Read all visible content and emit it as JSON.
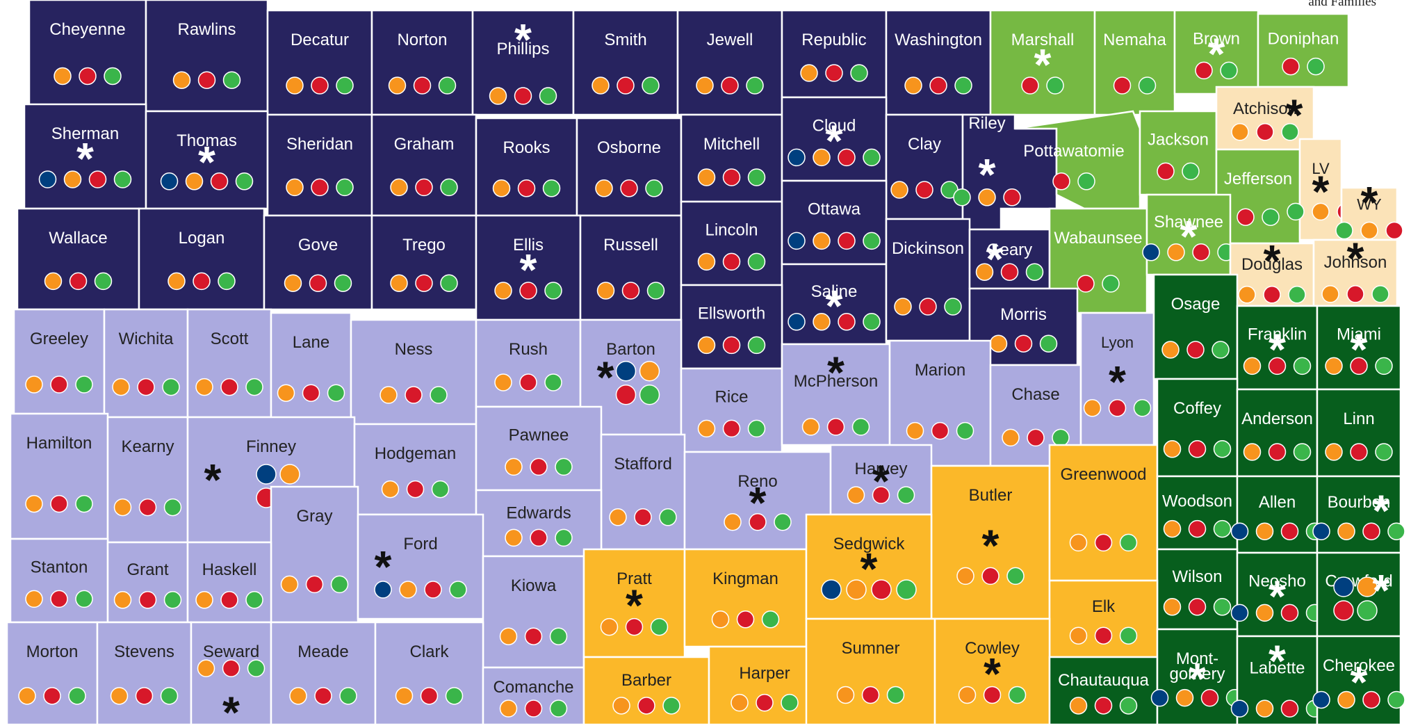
{
  "corner_note": "and Families",
  "legend_colors": {
    "blue": "#003f7f",
    "orange": "#f7941d",
    "red": "#d7182a",
    "green": "#3ab54a"
  },
  "region_colors": {
    "northwest": "#27235f",
    "southwest": "#abaadf",
    "northeast": "#76b943",
    "kc_metro": "#fbe3b8",
    "southeast": "#075e1d",
    "south_central": "#fbb829"
  },
  "counties": [
    {
      "name": "Cheyenne",
      "region": "northwest",
      "asterisk": false,
      "dots": [
        "orange",
        "red",
        "green"
      ]
    },
    {
      "name": "Rawlins",
      "region": "northwest",
      "asterisk": false,
      "dots": [
        "orange",
        "red",
        "green"
      ]
    },
    {
      "name": "Decatur",
      "region": "northwest",
      "asterisk": false,
      "dots": [
        "orange",
        "red",
        "green"
      ]
    },
    {
      "name": "Norton",
      "region": "northwest",
      "asterisk": false,
      "dots": [
        "orange",
        "red",
        "green"
      ]
    },
    {
      "name": "Phillips",
      "region": "northwest",
      "asterisk": true,
      "dots": [
        "orange",
        "red",
        "green"
      ]
    },
    {
      "name": "Smith",
      "region": "northwest",
      "asterisk": false,
      "dots": [
        "orange",
        "red",
        "green"
      ]
    },
    {
      "name": "Jewell",
      "region": "northwest",
      "asterisk": false,
      "dots": [
        "orange",
        "red",
        "green"
      ]
    },
    {
      "name": "Republic",
      "region": "northwest",
      "asterisk": false,
      "dots": [
        "orange",
        "red",
        "green"
      ]
    },
    {
      "name": "Washington",
      "region": "northwest",
      "asterisk": false,
      "dots": [
        "orange",
        "red",
        "green"
      ]
    },
    {
      "name": "Marshall",
      "region": "northeast",
      "asterisk": true,
      "dots": [
        "red",
        "green"
      ]
    },
    {
      "name": "Nemaha",
      "region": "northeast",
      "asterisk": false,
      "dots": [
        "red",
        "green"
      ]
    },
    {
      "name": "Brown",
      "region": "northeast",
      "asterisk": true,
      "dots": [
        "red",
        "green"
      ]
    },
    {
      "name": "Doniphan",
      "region": "northeast",
      "asterisk": false,
      "dots": [
        "red",
        "green"
      ]
    },
    {
      "name": "Sherman",
      "region": "northwest",
      "asterisk": true,
      "dots": [
        "blue",
        "orange",
        "red",
        "green"
      ]
    },
    {
      "name": "Thomas",
      "region": "northwest",
      "asterisk": true,
      "dots": [
        "blue",
        "orange",
        "red",
        "green"
      ]
    },
    {
      "name": "Sheridan",
      "region": "northwest",
      "asterisk": false,
      "dots": [
        "orange",
        "red",
        "green"
      ]
    },
    {
      "name": "Graham",
      "region": "northwest",
      "asterisk": false,
      "dots": [
        "orange",
        "red",
        "green"
      ]
    },
    {
      "name": "Rooks",
      "region": "northwest",
      "asterisk": false,
      "dots": [
        "orange",
        "red",
        "green"
      ]
    },
    {
      "name": "Osborne",
      "region": "northwest",
      "asterisk": false,
      "dots": [
        "orange",
        "red",
        "green"
      ]
    },
    {
      "name": "Mitchell",
      "region": "northwest",
      "asterisk": false,
      "dots": [
        "orange",
        "red",
        "green"
      ]
    },
    {
      "name": "Cloud",
      "region": "northwest",
      "asterisk": true,
      "dots": [
        "blue",
        "orange",
        "red",
        "green"
      ]
    },
    {
      "name": "Clay",
      "region": "northwest",
      "asterisk": false,
      "dots": [
        "orange",
        "red",
        "green"
      ]
    },
    {
      "name": "Riley",
      "region": "northwest",
      "asterisk": true,
      "dots": [
        "green",
        "orange",
        "red"
      ]
    },
    {
      "name": "Pottawatomie",
      "region": "northeast",
      "asterisk": false,
      "dots": [
        "red",
        "green"
      ]
    },
    {
      "name": "Jackson",
      "region": "northeast",
      "asterisk": false,
      "dots": [
        "red",
        "green"
      ]
    },
    {
      "name": "Atchison",
      "region": "kc_metro",
      "asterisk": true,
      "dots": [
        "orange",
        "red",
        "green"
      ]
    },
    {
      "name": "Jefferson",
      "region": "northeast",
      "asterisk": false,
      "dots": [
        "red",
        "green"
      ]
    },
    {
      "name": "LV",
      "region": "kc_metro",
      "asterisk": true,
      "dots": [
        "green",
        "orange",
        "red"
      ]
    },
    {
      "name": "WY",
      "region": "kc_metro",
      "asterisk": true,
      "dots": [
        "green",
        "orange",
        "red"
      ]
    },
    {
      "name": "Wallace",
      "region": "northwest",
      "asterisk": false,
      "dots": [
        "orange",
        "red",
        "green"
      ]
    },
    {
      "name": "Logan",
      "region": "northwest",
      "asterisk": false,
      "dots": [
        "orange",
        "red",
        "green"
      ]
    },
    {
      "name": "Gove",
      "region": "northwest",
      "asterisk": false,
      "dots": [
        "orange",
        "red",
        "green"
      ]
    },
    {
      "name": "Trego",
      "region": "northwest",
      "asterisk": false,
      "dots": [
        "orange",
        "red",
        "green"
      ]
    },
    {
      "name": "Ellis",
      "region": "northwest",
      "asterisk": true,
      "dots": [
        "orange",
        "red",
        "green"
      ]
    },
    {
      "name": "Russell",
      "region": "northwest",
      "asterisk": false,
      "dots": [
        "orange",
        "red",
        "green"
      ]
    },
    {
      "name": "Lincoln",
      "region": "northwest",
      "asterisk": false,
      "dots": [
        "orange",
        "red",
        "green"
      ]
    },
    {
      "name": "Ottawa",
      "region": "northwest",
      "asterisk": false,
      "dots": [
        "blue",
        "orange",
        "red",
        "green"
      ]
    },
    {
      "name": "Saline",
      "region": "northwest",
      "asterisk": true,
      "dots": [
        "blue",
        "orange",
        "red",
        "green"
      ]
    },
    {
      "name": "Dickinson",
      "region": "northwest",
      "asterisk": false,
      "dots": [
        "orange",
        "red",
        "green"
      ]
    },
    {
      "name": "Geary",
      "region": "northwest",
      "asterisk": true,
      "dots": [
        "orange",
        "red",
        "green"
      ]
    },
    {
      "name": "Wabaunsee",
      "region": "northeast",
      "asterisk": false,
      "dots": [
        "red",
        "green"
      ]
    },
    {
      "name": "Shawnee",
      "region": "northeast",
      "asterisk": true,
      "dots": [
        "blue",
        "orange",
        "red",
        "green"
      ]
    },
    {
      "name": "Douglas",
      "region": "kc_metro",
      "asterisk": true,
      "dots": [
        "orange",
        "red",
        "green"
      ]
    },
    {
      "name": "Johnson",
      "region": "kc_metro",
      "asterisk": true,
      "dots": [
        "orange",
        "red",
        "green"
      ]
    },
    {
      "name": "Ellsworth",
      "region": "northwest",
      "asterisk": false,
      "dots": [
        "orange",
        "red",
        "green"
      ]
    },
    {
      "name": "Morris",
      "region": "northwest",
      "asterisk": false,
      "dots": [
        "orange",
        "red",
        "green"
      ]
    },
    {
      "name": "Greeley",
      "region": "southwest",
      "asterisk": false,
      "dots": [
        "orange",
        "red",
        "green"
      ]
    },
    {
      "name": "Wichita",
      "region": "southwest",
      "asterisk": false,
      "dots": [
        "orange",
        "red",
        "green"
      ]
    },
    {
      "name": "Scott",
      "region": "southwest",
      "asterisk": false,
      "dots": [
        "orange",
        "red",
        "green"
      ]
    },
    {
      "name": "Lane",
      "region": "southwest",
      "asterisk": false,
      "dots": [
        "orange",
        "red",
        "green"
      ]
    },
    {
      "name": "Ness",
      "region": "southwest",
      "asterisk": false,
      "dots": [
        "orange",
        "red",
        "green"
      ]
    },
    {
      "name": "Rush",
      "region": "southwest",
      "asterisk": false,
      "dots": [
        "orange",
        "red",
        "green"
      ]
    },
    {
      "name": "Barton",
      "region": "southwest",
      "asterisk": true,
      "dots": [
        "blue",
        "orange",
        "red",
        "green"
      ]
    },
    {
      "name": "Rice",
      "region": "southwest",
      "asterisk": false,
      "dots": [
        "orange",
        "red",
        "green"
      ]
    },
    {
      "name": "McPherson",
      "region": "southwest",
      "asterisk": true,
      "dots": [
        "orange",
        "red",
        "green"
      ]
    },
    {
      "name": "Marion",
      "region": "southwest",
      "asterisk": false,
      "dots": [
        "orange",
        "red",
        "green"
      ]
    },
    {
      "name": "Chase",
      "region": "southwest",
      "asterisk": false,
      "dots": [
        "orange",
        "red",
        "green"
      ]
    },
    {
      "name": "Lyon",
      "region": "southwest",
      "asterisk": true,
      "dots": [
        "orange",
        "red",
        "green"
      ]
    },
    {
      "name": "Osage",
      "region": "southeast",
      "asterisk": false,
      "dots": [
        "orange",
        "red",
        "green"
      ]
    },
    {
      "name": "Franklin",
      "region": "southeast",
      "asterisk": true,
      "dots": [
        "orange",
        "red",
        "green"
      ]
    },
    {
      "name": "Miami",
      "region": "southeast",
      "asterisk": true,
      "dots": [
        "orange",
        "red",
        "green"
      ]
    },
    {
      "name": "Hamilton",
      "region": "southwest",
      "asterisk": false,
      "dots": [
        "orange",
        "red",
        "green"
      ]
    },
    {
      "name": "Kearny",
      "region": "southwest",
      "asterisk": false,
      "dots": [
        "orange",
        "red",
        "green"
      ]
    },
    {
      "name": "Finney",
      "region": "southwest",
      "asterisk": true,
      "dots": [
        "blue",
        "orange",
        "red",
        "green"
      ]
    },
    {
      "name": "Hodgeman",
      "region": "southwest",
      "asterisk": false,
      "dots": [
        "orange",
        "red",
        "green"
      ]
    },
    {
      "name": "Pawnee",
      "region": "southwest",
      "asterisk": false,
      "dots": [
        "orange",
        "red",
        "green"
      ]
    },
    {
      "name": "Stafford",
      "region": "southwest",
      "asterisk": false,
      "dots": [
        "orange",
        "red",
        "green"
      ]
    },
    {
      "name": "Reno",
      "region": "southwest",
      "asterisk": true,
      "dots": [
        "orange",
        "red",
        "green"
      ]
    },
    {
      "name": "Harvey",
      "region": "southwest",
      "asterisk": true,
      "dots": [
        "orange",
        "red",
        "green"
      ]
    },
    {
      "name": "Butler",
      "region": "south_central",
      "asterisk": true,
      "dots": [
        "orange",
        "red",
        "green"
      ]
    },
    {
      "name": "Greenwood",
      "region": "south_central",
      "asterisk": false,
      "dots": [
        "orange",
        "red",
        "green"
      ]
    },
    {
      "name": "Coffey",
      "region": "southeast",
      "asterisk": false,
      "dots": [
        "orange",
        "red",
        "green"
      ]
    },
    {
      "name": "Anderson",
      "region": "southeast",
      "asterisk": false,
      "dots": [
        "orange",
        "red",
        "green"
      ]
    },
    {
      "name": "Linn",
      "region": "southeast",
      "asterisk": false,
      "dots": [
        "orange",
        "red",
        "green"
      ]
    },
    {
      "name": "Edwards",
      "region": "southwest",
      "asterisk": false,
      "dots": [
        "orange",
        "red",
        "green"
      ]
    },
    {
      "name": "Gray",
      "region": "southwest",
      "asterisk": false,
      "dots": [
        "orange",
        "red",
        "green"
      ]
    },
    {
      "name": "Ford",
      "region": "southwest",
      "asterisk": true,
      "dots": [
        "blue",
        "orange",
        "red",
        "green"
      ]
    },
    {
      "name": "Kiowa",
      "region": "southwest",
      "asterisk": false,
      "dots": [
        "orange",
        "red",
        "green"
      ]
    },
    {
      "name": "Pratt",
      "region": "south_central",
      "asterisk": true,
      "dots": [
        "orange",
        "red",
        "green"
      ]
    },
    {
      "name": "Kingman",
      "region": "south_central",
      "asterisk": false,
      "dots": [
        "orange",
        "red",
        "green"
      ]
    },
    {
      "name": "Sedgwick",
      "region": "south_central",
      "asterisk": true,
      "dots": [
        "blue",
        "orange",
        "red",
        "green"
      ]
    },
    {
      "name": "Woodson",
      "region": "southeast",
      "asterisk": false,
      "dots": [
        "orange",
        "red",
        "green"
      ]
    },
    {
      "name": "Allen",
      "region": "southeast",
      "asterisk": false,
      "dots": [
        "blue",
        "orange",
        "red",
        "green"
      ]
    },
    {
      "name": "Bourbon",
      "region": "southeast",
      "asterisk": true,
      "dots": [
        "blue",
        "orange",
        "red",
        "green"
      ]
    },
    {
      "name": "Stanton",
      "region": "southwest",
      "asterisk": false,
      "dots": [
        "orange",
        "red",
        "green"
      ]
    },
    {
      "name": "Grant",
      "region": "southwest",
      "asterisk": false,
      "dots": [
        "orange",
        "red",
        "green"
      ]
    },
    {
      "name": "Haskell",
      "region": "southwest",
      "asterisk": false,
      "dots": [
        "orange",
        "red",
        "green"
      ]
    },
    {
      "name": "Wilson",
      "region": "southeast",
      "asterisk": false,
      "dots": [
        "orange",
        "red",
        "green"
      ]
    },
    {
      "name": "Neosho",
      "region": "southeast",
      "asterisk": true,
      "dots": [
        "blue",
        "orange",
        "red",
        "green"
      ]
    },
    {
      "name": "Crawford",
      "region": "southeast",
      "asterisk": true,
      "dots": [
        "blue",
        "orange",
        "red",
        "green"
      ]
    },
    {
      "name": "Elk",
      "region": "south_central",
      "asterisk": false,
      "dots": [
        "orange",
        "red",
        "green"
      ]
    },
    {
      "name": "Morton",
      "region": "southwest",
      "asterisk": false,
      "dots": [
        "orange",
        "red",
        "green"
      ]
    },
    {
      "name": "Stevens",
      "region": "southwest",
      "asterisk": false,
      "dots": [
        "orange",
        "red",
        "green"
      ]
    },
    {
      "name": "Seward",
      "region": "southwest",
      "asterisk": true,
      "dots": [
        "orange",
        "red",
        "green"
      ]
    },
    {
      "name": "Meade",
      "region": "southwest",
      "asterisk": false,
      "dots": [
        "orange",
        "red",
        "green"
      ]
    },
    {
      "name": "Clark",
      "region": "southwest",
      "asterisk": false,
      "dots": [
        "orange",
        "red",
        "green"
      ]
    },
    {
      "name": "Comanche",
      "region": "southwest",
      "asterisk": false,
      "dots": [
        "orange",
        "red",
        "green"
      ]
    },
    {
      "name": "Barber",
      "region": "south_central",
      "asterisk": false,
      "dots": [
        "orange",
        "red",
        "green"
      ]
    },
    {
      "name": "Harper",
      "region": "south_central",
      "asterisk": false,
      "dots": [
        "orange",
        "red",
        "green"
      ]
    },
    {
      "name": "Sumner",
      "region": "south_central",
      "asterisk": false,
      "dots": [
        "orange",
        "red",
        "green"
      ]
    },
    {
      "name": "Cowley",
      "region": "south_central",
      "asterisk": true,
      "dots": [
        "orange",
        "red",
        "green"
      ]
    },
    {
      "name": "Chautauqua",
      "region": "southeast",
      "asterisk": false,
      "dots": [
        "orange",
        "red",
        "green"
      ]
    },
    {
      "name": "Mont-\ngomery",
      "region": "southeast",
      "asterisk": true,
      "dots": [
        "blue",
        "orange",
        "red",
        "green"
      ]
    },
    {
      "name": "Labette",
      "region": "southeast",
      "asterisk": true,
      "dots": [
        "blue",
        "orange",
        "red",
        "green"
      ]
    },
    {
      "name": "Cherokee",
      "region": "southeast",
      "asterisk": true,
      "dots": [
        "blue",
        "orange",
        "red",
        "green"
      ]
    }
  ]
}
